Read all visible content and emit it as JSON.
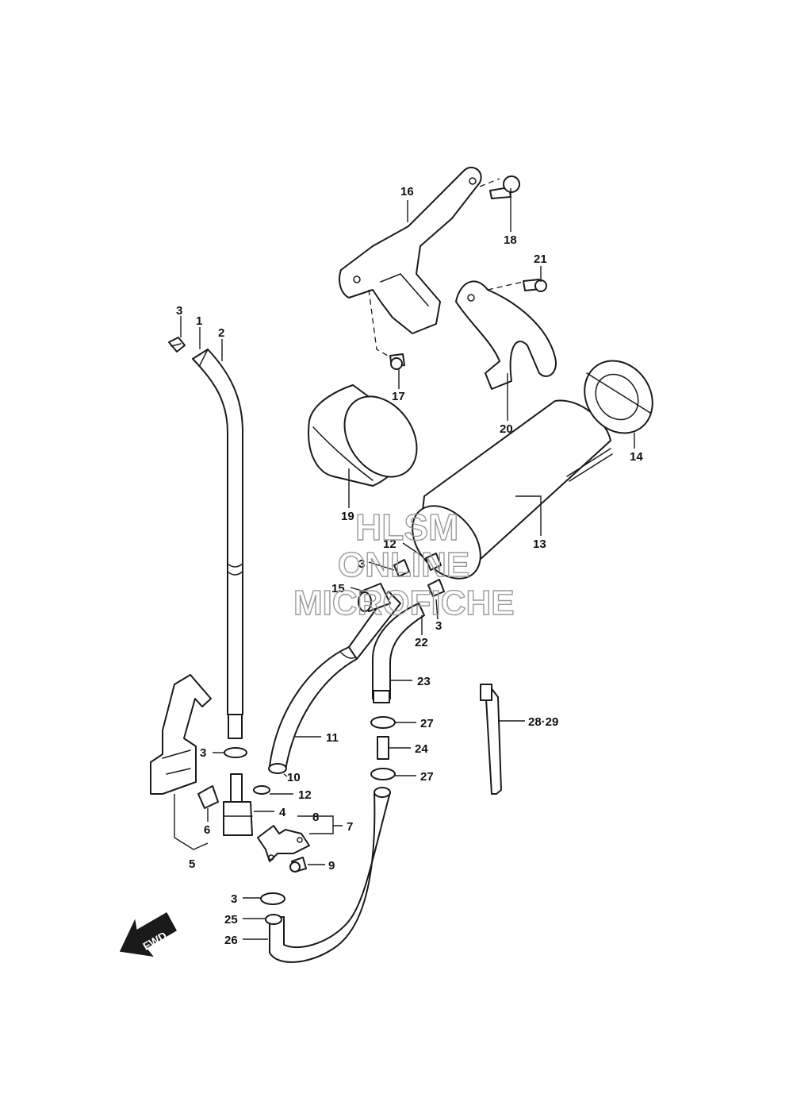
{
  "callouts": {
    "c1": "1",
    "c2": "2",
    "c3a": "3",
    "c3b": "3",
    "c3c": "3",
    "c3d": "3",
    "c3e": "3",
    "c4": "4",
    "c5": "5",
    "c6": "6",
    "c7": "7",
    "c8": "8",
    "c9": "9",
    "c10": "10",
    "c11": "11",
    "c12a": "12",
    "c12b": "12",
    "c13": "13",
    "c14": "14",
    "c15": "15",
    "c16": "16",
    "c17": "17",
    "c18": "18",
    "c19": "19",
    "c20": "20",
    "c21": "21",
    "c22": "22",
    "c23": "23",
    "c24": "24",
    "c25": "25",
    "c26": "26",
    "c27a": "27",
    "c27b": "27",
    "c2829": "28·29"
  },
  "watermark": {
    "line1": "HLSM",
    "line2": "ONLINE",
    "line3": "MICROFICHE"
  },
  "fwd_label": "FWD"
}
